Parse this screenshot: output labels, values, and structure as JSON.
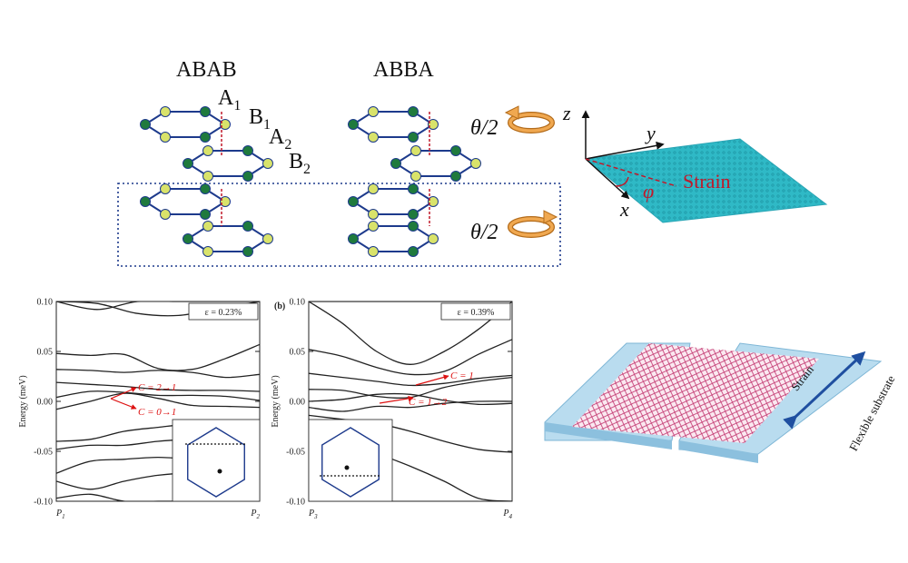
{
  "stacking": {
    "abab_label": "ABAB",
    "abba_label": "ABBA",
    "layers": [
      {
        "main": "A",
        "sub": "1"
      },
      {
        "main": "B",
        "sub": "1"
      },
      {
        "main": "A",
        "sub": "2"
      },
      {
        "main": "B",
        "sub": "2"
      }
    ],
    "rotation_top": "θ/2",
    "rotation_bottom": "θ/2"
  },
  "axes3d": {
    "z": "z",
    "y": "y",
    "x": "x",
    "strain": "Strain",
    "phi": "φ"
  },
  "device": {
    "strain_label": "Strain",
    "substrate_label": "Flexible substrate"
  },
  "colors": {
    "atom_dark": "#1f7a3d",
    "atom_light": "#d9e36a",
    "bond": "#1d3a8c",
    "sheet": "#29b8c9",
    "annotation_red": "#d11",
    "substrate": "#a9d2ea",
    "device_arrow": "#1f4fa0",
    "lattice": "#c0306b"
  },
  "chart_data": [
    {
      "type": "line",
      "panel_label": "",
      "ylabel": "Energy (meV)",
      "ylim": [
        -0.1,
        0.1
      ],
      "yticks": [
        "0.10",
        "0.05",
        "0.00",
        "-0.05",
        "-0.10"
      ],
      "xticks": [
        {
          "main": "P",
          "sub": "1"
        },
        {
          "main": "P",
          "sub": "2"
        }
      ],
      "strain_label": "ε = 0.23%",
      "annotations": [
        "C = 2→1",
        "C = 0→1"
      ],
      "series": [
        {
          "values": [
            0.1,
            0.092,
            0.1,
            0.1,
            0.1,
            0.1
          ]
        },
        {
          "values": [
            0.1,
            0.098,
            0.088,
            0.086,
            0.093,
            0.1
          ]
        },
        {
          "values": [
            0.048,
            0.046,
            0.047,
            0.033,
            0.032,
            0.043,
            0.057
          ]
        },
        {
          "values": [
            0.032,
            0.031,
            0.029,
            0.031,
            0.029,
            0.024,
            0.027
          ]
        },
        {
          "values": [
            0.019,
            0.017,
            0.015,
            0.012,
            0.011,
            0.011,
            0.01
          ]
        },
        {
          "values": [
            0.004,
            0.01,
            0.009,
            0.006,
            0.006,
            0.005,
            0.001
          ]
        },
        {
          "values": [
            -0.008,
            0.0,
            0.008,
            0.003,
            -0.004,
            -0.005,
            -0.006
          ]
        },
        {
          "values": [
            -0.04,
            -0.038,
            -0.03,
            -0.026,
            -0.023,
            -0.027,
            -0.034
          ]
        },
        {
          "values": [
            -0.048,
            -0.044,
            -0.044,
            -0.04,
            -0.038,
            -0.04,
            -0.044
          ]
        },
        {
          "values": [
            -0.072,
            -0.06,
            -0.058,
            -0.056,
            -0.058,
            -0.06,
            -0.063
          ]
        },
        {
          "values": [
            -0.08,
            -0.088,
            -0.08,
            -0.074,
            -0.072,
            -0.075,
            -0.079
          ]
        },
        {
          "values": [
            -0.097,
            -0.093,
            -0.1,
            -0.1,
            -0.1,
            -0.1,
            -0.1
          ]
        }
      ],
      "inset": {
        "dashed_line": "top",
        "dot": true
      }
    },
    {
      "type": "line",
      "panel_label": "(b)",
      "ylabel": "Energy (meV)",
      "ylim": [
        -0.1,
        0.1
      ],
      "yticks": [
        "0.10",
        "0.05",
        "0.00",
        "-0.05",
        "-0.10"
      ],
      "xticks": [
        {
          "main": "P",
          "sub": "3"
        },
        {
          "main": "P",
          "sub": "4"
        }
      ],
      "strain_label": "ε = 0.39%",
      "annotations": [
        "C = 1",
        "C = 1→2"
      ],
      "series": [
        {
          "values": [
            0.1,
            0.1,
            0.1,
            0.1,
            0.1,
            0.1,
            0.1
          ]
        },
        {
          "values": [
            0.1,
            0.078,
            0.05,
            0.037,
            0.05,
            0.072,
            0.1
          ]
        },
        {
          "values": [
            0.052,
            0.045,
            0.034,
            0.027,
            0.03,
            0.047,
            0.062
          ]
        },
        {
          "values": [
            0.028,
            0.024,
            0.02,
            0.016,
            0.018,
            0.023,
            0.026
          ]
        },
        {
          "values": [
            0.012,
            0.011,
            0.005,
            0.004,
            0.014,
            0.02,
            0.024
          ]
        },
        {
          "values": [
            0.0,
            0.002,
            0.007,
            0.007,
            0.001,
            -0.003,
            -0.002
          ]
        },
        {
          "values": [
            -0.006,
            -0.01,
            -0.005,
            -0.006,
            -0.002,
            0.0,
            0.0
          ]
        },
        {
          "values": [
            -0.014,
            -0.018,
            -0.022,
            -0.03,
            -0.04,
            -0.048,
            -0.051
          ]
        },
        {
          "values": [
            -0.03,
            -0.04,
            -0.052,
            -0.065,
            -0.08,
            -0.097,
            -0.1
          ]
        }
      ],
      "inset": {
        "dashed_line": "bottom",
        "dot": true
      }
    }
  ]
}
